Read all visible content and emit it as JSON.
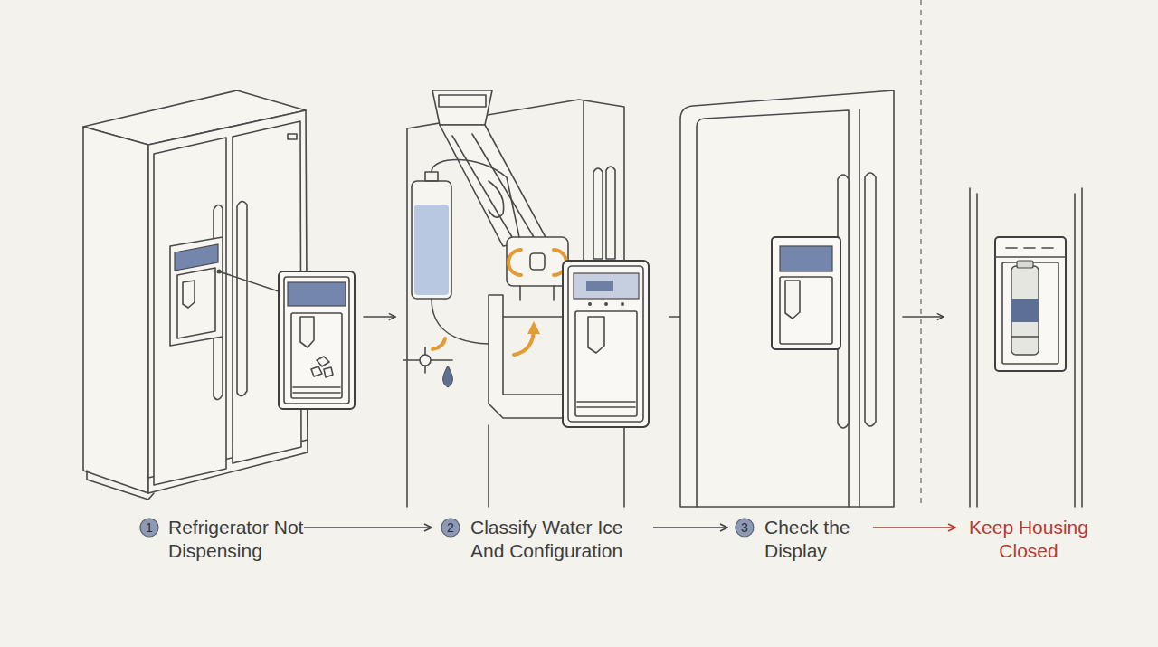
{
  "diagram": {
    "nodes": [
      {
        "text": [
          "Refrigerator Not Dispensing"
        ]
      },
      {
        "text": [
          "1"
        ],
        "in": 0
      },
      {
        "text": [
          "Classify Water Ice And Configuration"
        ]
      },
      {
        "text": [
          "2"
        ],
        "in": 2
      },
      {
        "text": [
          "Check the Display"
        ]
      },
      {
        "text": [
          "3"
        ],
        "in": 4
      },
      {
        "text": [
          "Keep Housing Closed"
        ]
      }
    ],
    "edges": [
      {
        "from": 0,
        "to": 2,
        "arrow": "to"
      },
      {
        "from": 2,
        "to": 4,
        "arrow": "to"
      },
      {
        "from": 4,
        "to": 6,
        "arrow": "to"
      }
    ]
  }
}
